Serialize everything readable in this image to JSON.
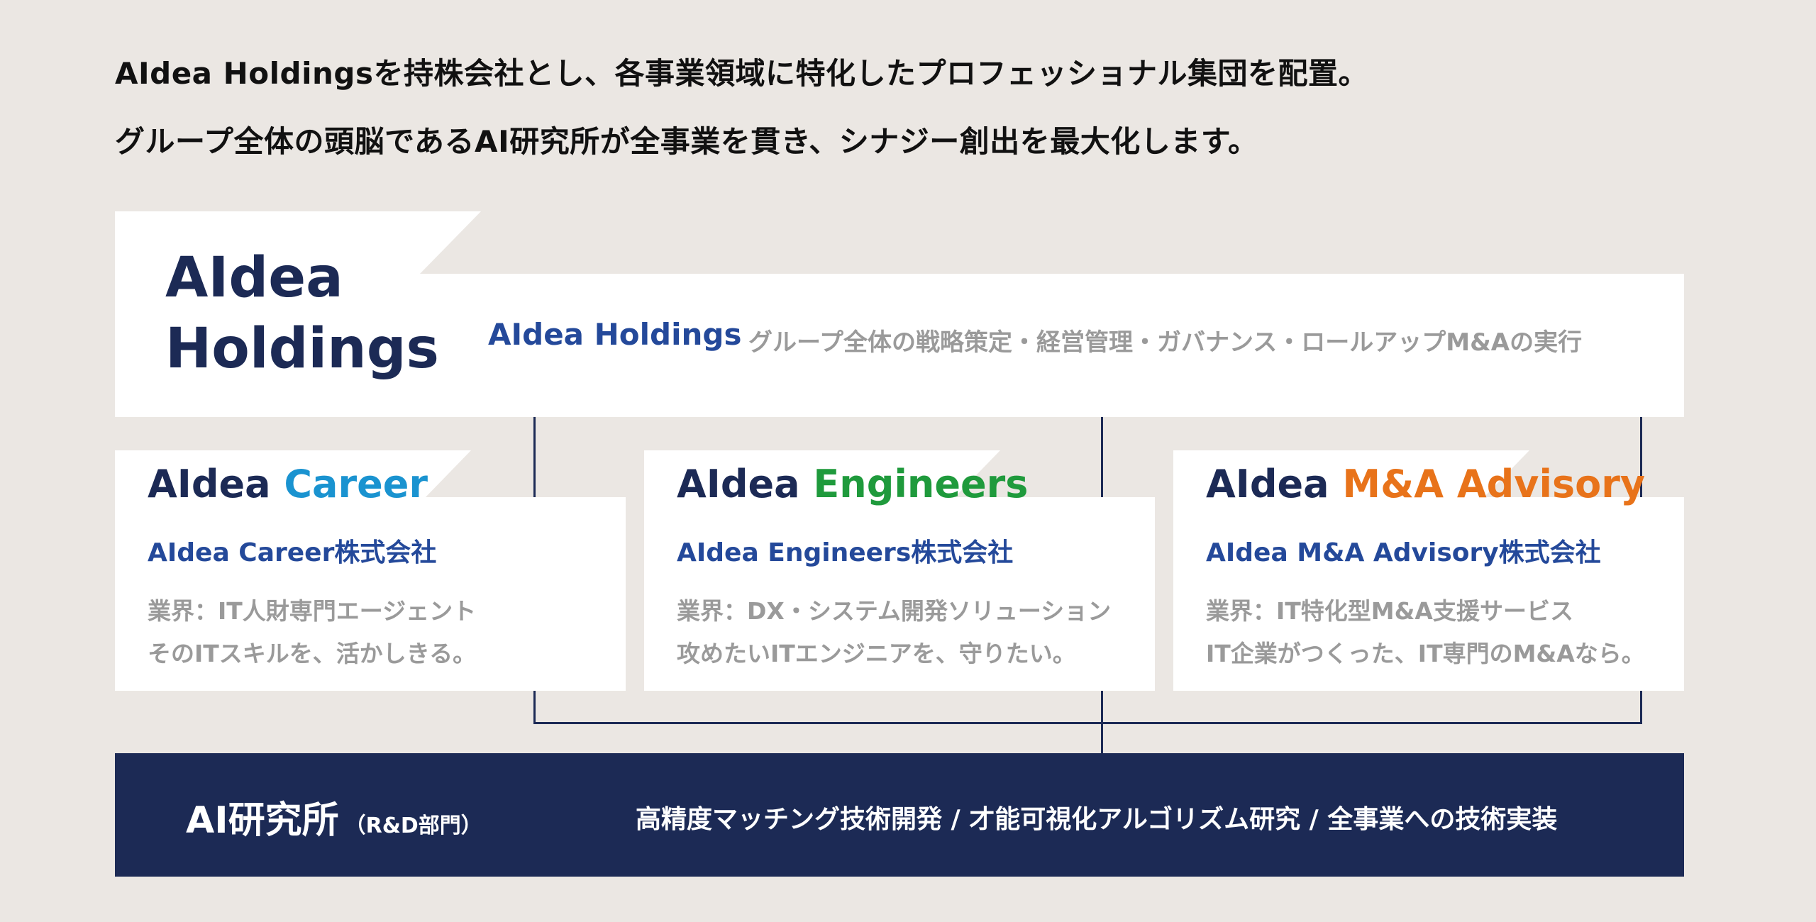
{
  "intro": {
    "line1": "AIdea Holdingsを持株会社とし、各事業領域に特化したプロフェッショナル集団を配置。",
    "line2": "グループ全体の頭脳であるAI研究所が全事業を貫き、シナジー創出を最大化します。"
  },
  "holdings": {
    "logo_line1": "AIdea",
    "logo_line2": "Holdings",
    "name": "AIdea Holdings",
    "description": "グループ全体の戦略策定・経営管理・ガバナンス・ロールアップM&Aの実行"
  },
  "subsidiaries": [
    {
      "logo_brand": "AIdea",
      "logo_division": "Career",
      "accent_color": "#1a93d0",
      "company": "AIdea Career株式会社",
      "line1": "業界：IT人財専門エージェント",
      "line2": "そのITスキルを、活かしきる。"
    },
    {
      "logo_brand": "AIdea",
      "logo_division": "Engineers",
      "accent_color": "#1f9a3c",
      "company": "AIdea Engineers株式会社",
      "line1": "業界：DX・システム開発ソリューション",
      "line2": "攻めたいITエンジニアを、守りたい。"
    },
    {
      "logo_brand": "AIdea",
      "logo_division": "M&A Advisory",
      "accent_color": "#e8731a",
      "company": "AIdea M&A Advisory株式会社",
      "line1": "業界：IT特化型M&A支援サービス",
      "line2": "IT企業がつくった、IT専門のM&Aなら。"
    }
  ],
  "ai_lab": {
    "title": "AI研究所",
    "subtitle": "（R&D部門）",
    "description": "高精度マッチング技術開発 / 才能可視化アルゴリズム研究 / 全事業への技術実装"
  },
  "colors": {
    "background": "#ebe7e3",
    "navy": "#1c2a55",
    "company_blue": "#24499a",
    "muted_text": "#9a9a9a"
  }
}
